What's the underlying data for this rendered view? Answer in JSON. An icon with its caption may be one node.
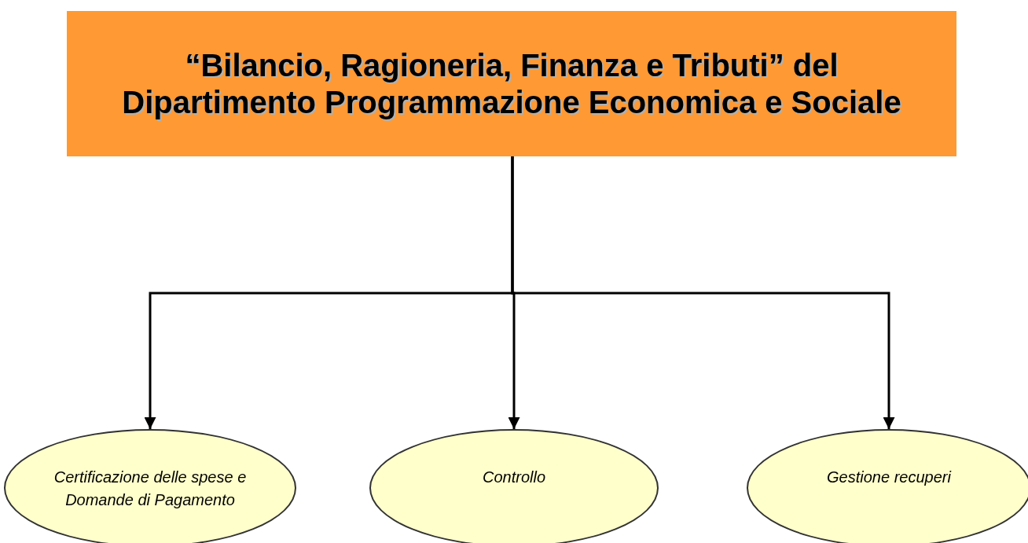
{
  "diagram": {
    "nodes": [
      {
        "text": [
          "“Bilancio, Ragioneria, Finanza e Tributi” del Dipartimento Programmazione Economica e Sociale"
        ]
      },
      {
        "text": [
          "Certificazione delle spese e Domande di Pagamento"
        ]
      },
      {
        "text": [
          "Controllo"
        ]
      },
      {
        "text": [
          "Gestione recuperi"
        ]
      }
    ],
    "edges": [
      {
        "from": 0,
        "to": 1,
        "arrow": "to"
      },
      {
        "from": 0,
        "to": 2,
        "arrow": "to"
      },
      {
        "from": 0,
        "to": 3,
        "arrow": "to"
      }
    ]
  }
}
